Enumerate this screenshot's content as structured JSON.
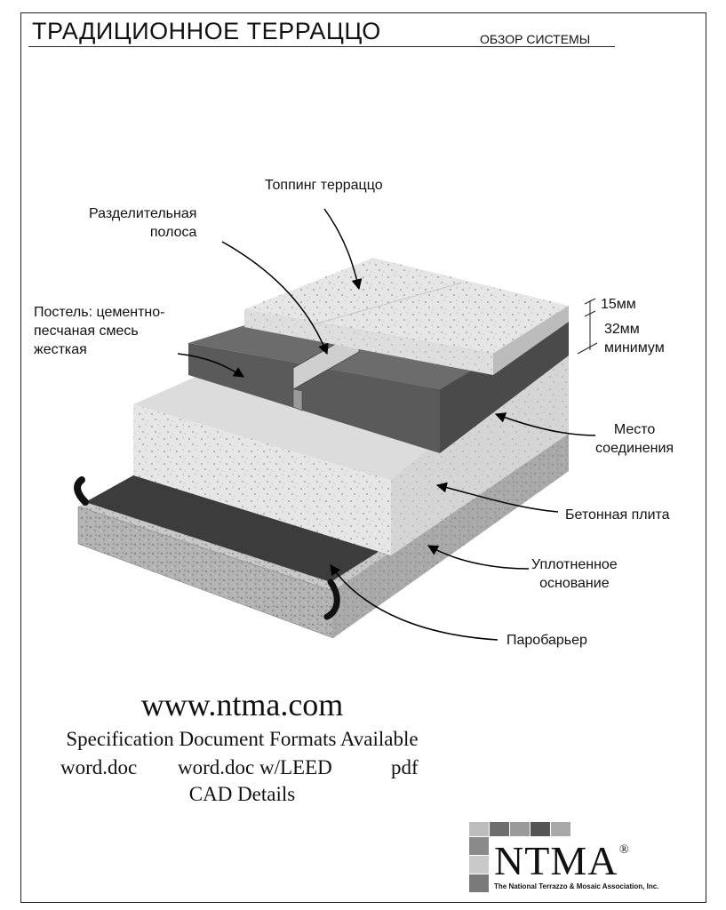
{
  "header": {
    "title": "ТРАДИЦИОННОЕ ТЕРРАЦЦО",
    "subtitle": "ОБЗОР СИСТЕМЫ"
  },
  "labels": {
    "topping": "Топпинг терраццо",
    "divider_strip": "Разделительная\nполоса",
    "bed": "Постель: цементно-\nпесчаная смесь\nжесткая",
    "dim_top": "15мм",
    "dim_bottom": "32мм\nминимум",
    "joint": "Место\nсоединения",
    "slab": "Бетонная плита",
    "compacted_base": "Уплотненное\nоснование",
    "vapor_barrier": "Паробарьер"
  },
  "footer": {
    "url": "www.ntma.com",
    "spec_line": "Specification Document Formats Available",
    "formats": [
      "word.doc",
      "word.doc w/LEED",
      "pdf"
    ],
    "cad": "CAD Details"
  },
  "logo": {
    "wordmark": "NTMA",
    "registered": "®",
    "org_name": "The National Terrazzo & Mosaic Association, Inc."
  }
}
